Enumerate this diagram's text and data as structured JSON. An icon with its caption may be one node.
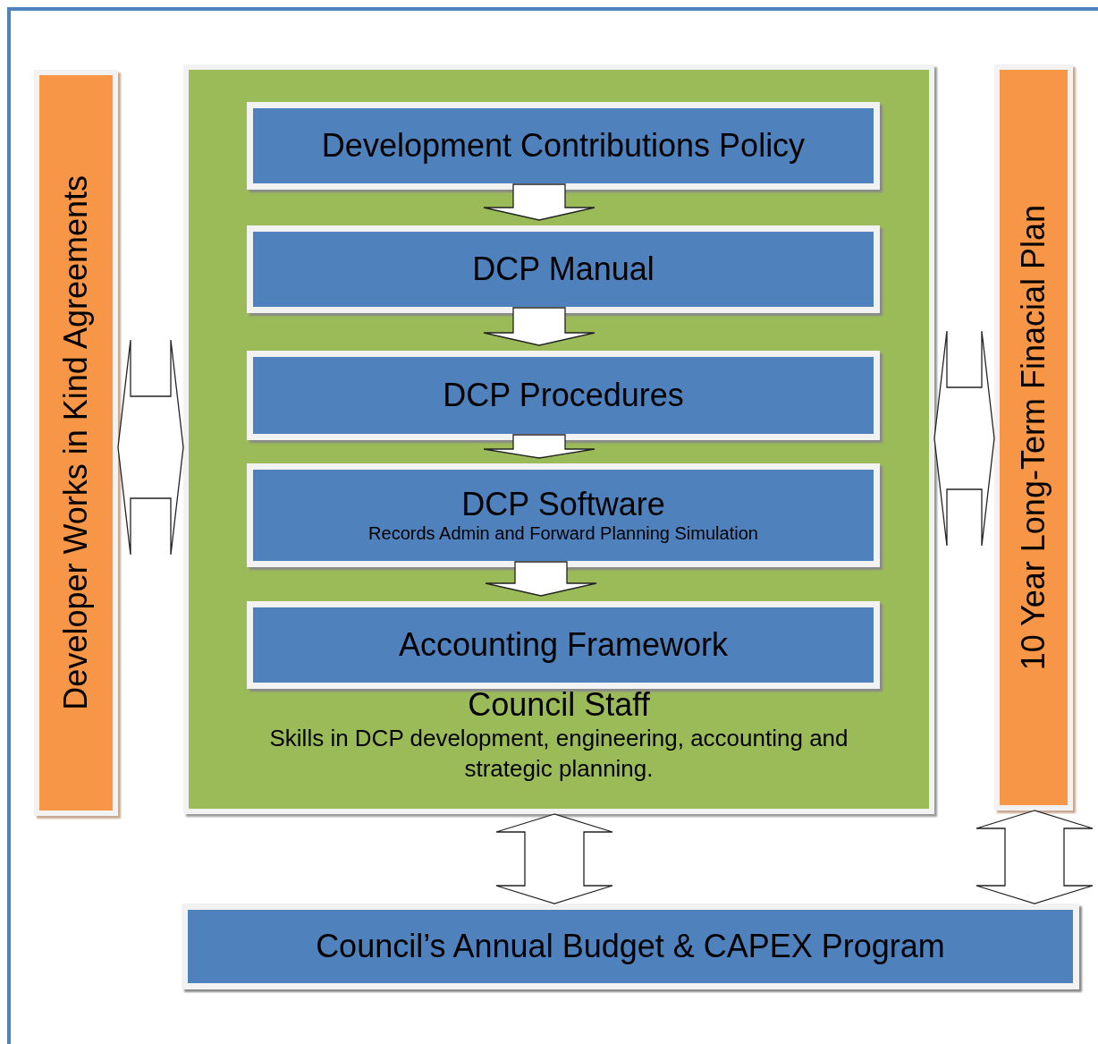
{
  "diagram": {
    "nodes": [
      {
        "text": [
          "Developer Works in Kind Agreements"
        ]
      },
      {
        "text": [
          "Council Staff",
          "Skills in DCP development, engineering, accounting and strategic planning."
        ]
      },
      {
        "text": [
          "Development Contributions Policy"
        ],
        "in": 1
      },
      {
        "text": [
          "DCP Manual"
        ],
        "in": 1
      },
      {
        "text": [
          "DCP Procedures"
        ],
        "in": 1
      },
      {
        "text": [
          "DCP Software",
          "Records Admin and Forward Planning Simulation"
        ],
        "in": 1
      },
      {
        "text": [
          "Accounting Framework"
        ],
        "in": 1
      },
      {
        "text": [
          "10 Year Long-Term Finacial Plan"
        ]
      },
      {
        "text": [
          "Council’s Annual Budget & CAPEX Program"
        ]
      }
    ],
    "edges": [
      {
        "from": 2,
        "to": 3,
        "arrow": "to"
      },
      {
        "from": 3,
        "to": 4,
        "arrow": "to"
      },
      {
        "from": 4,
        "to": 5,
        "arrow": "to"
      },
      {
        "from": 5,
        "to": 6,
        "arrow": "to"
      },
      {
        "from": 0,
        "to": 1,
        "arrow": "both"
      },
      {
        "from": 1,
        "to": 7,
        "arrow": "both"
      },
      {
        "from": 1,
        "to": 8,
        "arrow": "both"
      },
      {
        "from": 7,
        "to": 8,
        "arrow": "both"
      }
    ]
  }
}
